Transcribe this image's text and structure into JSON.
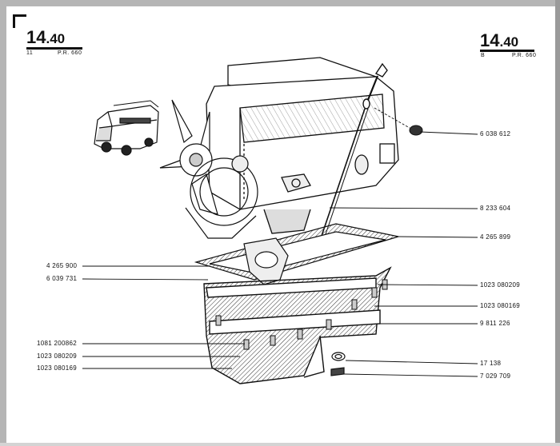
{
  "header_left": {
    "section": "14",
    "subsection": ".40",
    "sheet": "11",
    "ref": "P.R. 660"
  },
  "header_right": {
    "section": "14",
    "subsection": ".40",
    "sheet": "B",
    "ref": "P.R. 660"
  },
  "parts": {
    "p1": "6 038 612",
    "p2": "8 233 604",
    "p3": "4 265 899",
    "p4": "4 265 900",
    "p5": "6 039 731",
    "p6": "1023 080209",
    "p7": "1023 080169",
    "p8": "9 811 226",
    "p9": "1081 200862",
    "p10": "1023 080209",
    "p11": "1023 080169",
    "p12": "17 138",
    "p13": "7 029 709"
  }
}
